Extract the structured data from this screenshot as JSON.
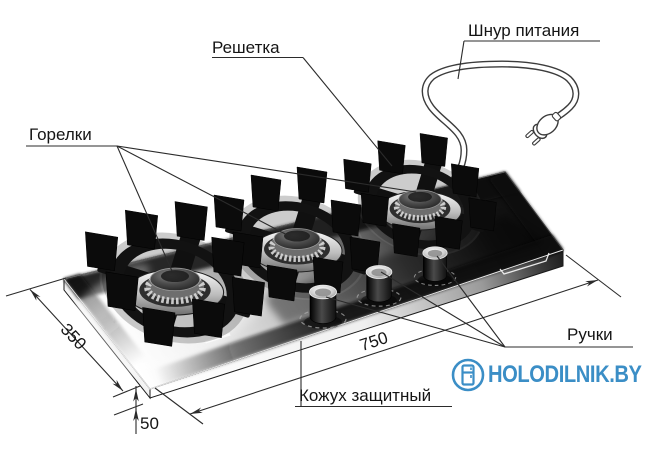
{
  "labels": {
    "grate": "Решетка",
    "power_cord": "Шнур питания",
    "burners": "Горелки",
    "knobs": "Ручки",
    "protective_casing": "Кожух защитный"
  },
  "dimensions": {
    "width": "750",
    "depth": "350",
    "height": "50"
  },
  "logo": {
    "text": "HOLODILNIK.BY",
    "color": "#3b8ec6",
    "icon": "fridge-icon"
  },
  "colors": {
    "line": "#2b2b2b",
    "label_text": "#151515",
    "panel_black": "#0d0d0d"
  }
}
